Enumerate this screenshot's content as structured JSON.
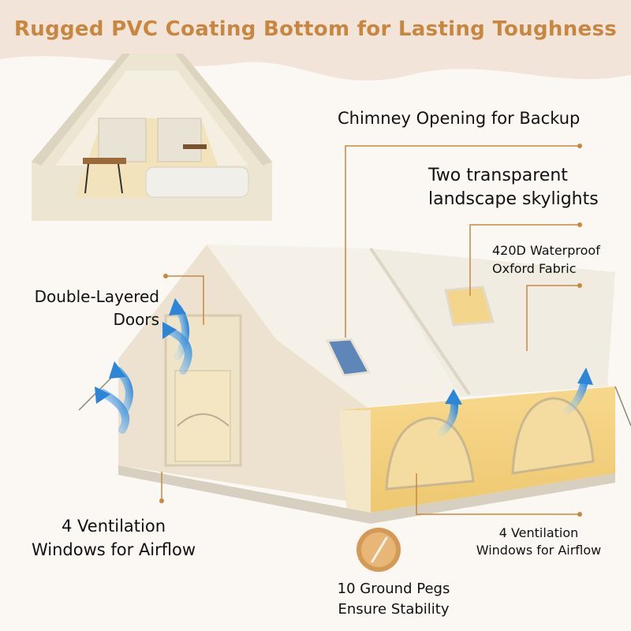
{
  "headline": "Rugged PVC Coating Bottom for Lasting Toughness",
  "callouts": {
    "chimney": "Chimney Opening for Backup",
    "skylights_line1": "Two transparent",
    "skylights_line2": "landscape skylights",
    "fabric_line1": "420D Waterproof",
    "fabric_line2": "Oxford Fabric",
    "doors_line1": "Double-Layered",
    "doors_line2": "Doors",
    "vent_left_line1": "4 Ventilation",
    "vent_left_line2": "Windows for Airflow",
    "vent_right_line1": "4 Ventilation",
    "vent_right_line2": "Windows for Airflow",
    "pegs_line1": "10 Ground Pegs",
    "pegs_line2": "Ensure Stability"
  },
  "colors": {
    "accent": "#c8873f",
    "leader": "#c8873f",
    "tent_fabric": "#efe9dc",
    "airflow_arrow": "#3b8fd6"
  }
}
